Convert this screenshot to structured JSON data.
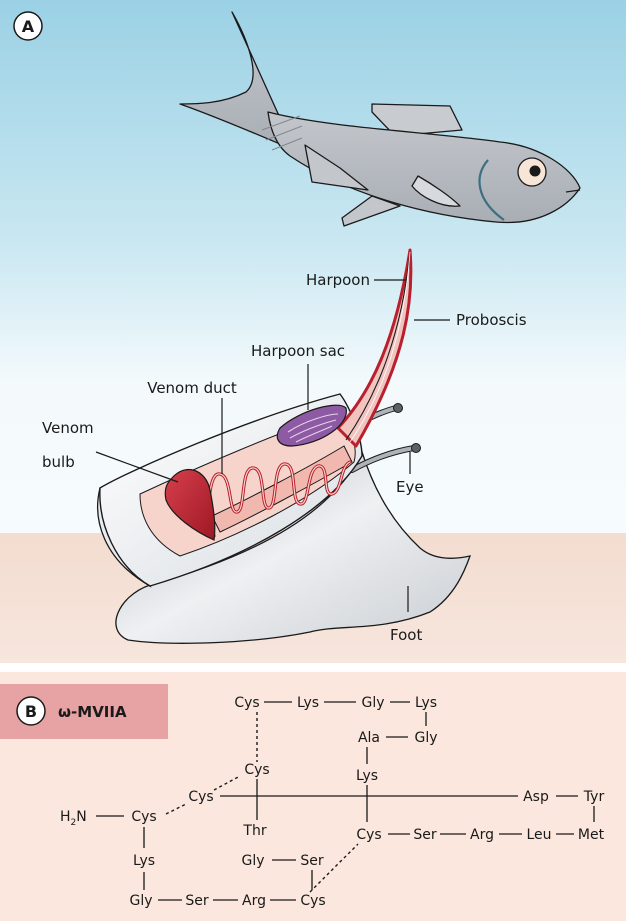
{
  "panel_a": {
    "letter": "A",
    "labels": {
      "harpoon": "Harpoon",
      "proboscis": "Proboscis",
      "harpoon_sac": "Harpoon sac",
      "venom_duct": "Venom duct",
      "venom_bulb_line1": "Venom",
      "venom_bulb_line2": "bulb",
      "eye": "Eye",
      "foot": "Foot"
    }
  },
  "panel_b": {
    "letter": "B",
    "title": "ω-MVIIA",
    "nterm_main": "H",
    "nterm_sub": "2",
    "nterm_end": "N",
    "residues": {
      "cys_top": "Cys",
      "lys_top": "Lys",
      "gly_top": "Gly",
      "lys_tr": "Lys",
      "ala": "Ala",
      "gly_mid": "Gly",
      "lys_mid": "Lys",
      "cys_mid": "Cys",
      "cys_left": "Cys",
      "cys_n": "Cys",
      "thr": "Thr",
      "gly_c": "Gly",
      "ser_c": "Ser",
      "lys_l": "Lys",
      "gly_bl": "Gly",
      "ser_b": "Ser",
      "arg_b": "Arg",
      "cys_b": "Cys",
      "asp": "Asp",
      "tyr": "Tyr",
      "cys_r": "Cys",
      "ser_r": "Ser",
      "arg_r": "Arg",
      "leu": "Leu",
      "met": "Met"
    }
  },
  "colors": {
    "sky_top": "#9fd3e6",
    "sky_bottom": "#e6f3f8",
    "sand": "#f3ddd2",
    "panel_b_bg": "#fbe7dd",
    "title_box": "#e7a3a3",
    "venom_red": "#b8202e",
    "harpoon_sac": "#8e5aa3",
    "fish": "#b8bcc2"
  }
}
